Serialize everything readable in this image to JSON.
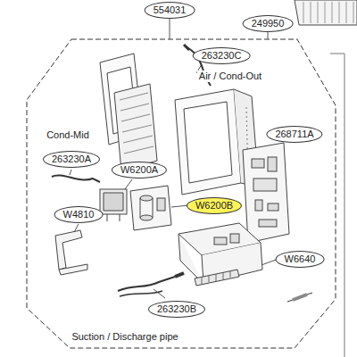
{
  "diagram": {
    "labels": [
      "554031",
      "249950",
      "263230C",
      "Air / Cond-Out",
      "268711A",
      "Cond-Mid",
      "263230A",
      "W6200A",
      "W6200B",
      "W4810",
      "W6640",
      "263230B",
      "Suction / Discharge pipe"
    ]
  }
}
